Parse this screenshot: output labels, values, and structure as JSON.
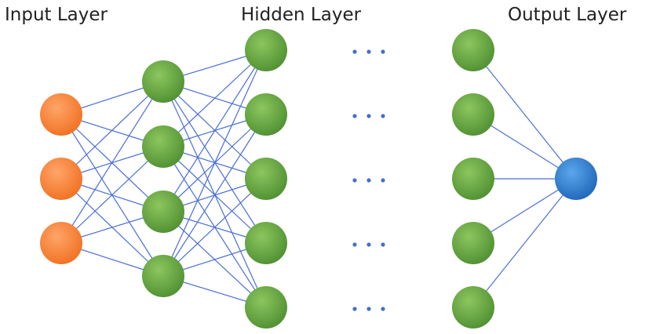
{
  "labels": {
    "input": "Input Layer",
    "hidden": "Hidden Layer",
    "output": "Output Layer"
  },
  "layers": [
    {
      "role": "input",
      "count": 3,
      "color": "orange"
    },
    {
      "role": "hidden",
      "count": 4,
      "color": "green"
    },
    {
      "role": "hidden",
      "count": 5,
      "color": "green"
    },
    {
      "role": "hidden",
      "count": 5,
      "color": "green"
    },
    {
      "role": "output",
      "count": 1,
      "color": "blue"
    }
  ],
  "colors": {
    "input_node": "#f47c30",
    "hidden_node": "#6aa844",
    "output_node": "#2f7fd0",
    "edge": "#4a6fd8",
    "ellipsis": "#4472c4"
  }
}
